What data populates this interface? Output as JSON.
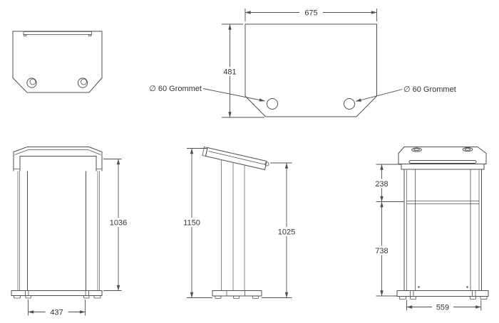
{
  "colors": {
    "background": "#ffffff",
    "line": "#4f4f4f",
    "line_light": "#8a8a8a",
    "text": "#353535"
  },
  "plan_view": {
    "width_label": "675",
    "depth_label": "481",
    "grommet_label_left": "∅ 60 Grommet",
    "grommet_label_right": "∅ 60 Grommet"
  },
  "front_view": {
    "height_label": "1036",
    "width_label": "437"
  },
  "side_view": {
    "overall_height_label": "1150",
    "desk_height_label": "1025"
  },
  "rear_view": {
    "upper_section_label": "238",
    "lower_section_label": "738",
    "base_width_label": "559"
  }
}
